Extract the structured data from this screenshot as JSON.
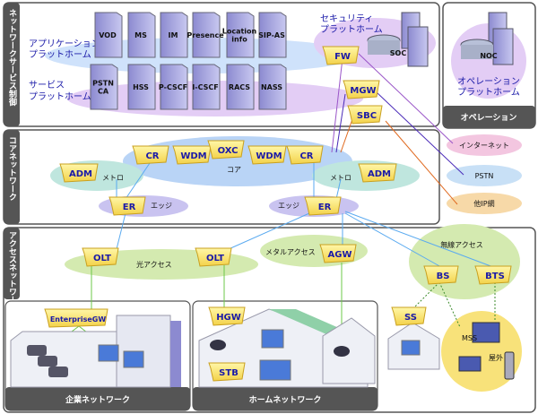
{
  "sections": {
    "service_control": "ネットワークサービス制御",
    "core": "コアネットワーク",
    "access": "アクセスネットワーク",
    "operation": "オペレーション",
    "enterprise": "企業ネットワーク",
    "home": "ホームネットワーク"
  },
  "platforms": {
    "application": [
      "アプリケーション",
      "プラットホーム"
    ],
    "service": [
      "サービス",
      "プラットホーム"
    ],
    "security": [
      "セキュリティ",
      "プラットホーム"
    ],
    "operation": [
      "オペレーション",
      "プラットホーム"
    ]
  },
  "app_servers": [
    "VOD",
    "MS",
    "IM",
    "Presence",
    "Location info",
    "SIP-AS"
  ],
  "service_servers": [
    "PSTN CA",
    "HSS",
    "P-CSCF",
    "I-CSCF",
    "RACS",
    "NASS"
  ],
  "soc": "SOC",
  "noc": "NOC",
  "devices": {
    "fw": "FW",
    "mgw": "MGW",
    "sbc": "SBC",
    "cr1": "CR",
    "wdm1": "WDM",
    "oxc": "OXC",
    "wdm2": "WDM",
    "cr2": "CR",
    "adm1": "ADM",
    "adm2": "ADM",
    "er1": "ER",
    "er2": "ER",
    "olt1": "OLT",
    "olt2": "OLT",
    "agw": "AGW",
    "bs": "BS",
    "bts": "BTS",
    "egw": "EnterpriseGW",
    "hgw": "HGW",
    "stb": "STB",
    "ss": "SS"
  },
  "clouds": {
    "core": "コア",
    "metro": "メトロ",
    "edge": "エッジ",
    "internet": "インターネット",
    "pstn": "PSTN",
    "other_ip": "他IP網"
  },
  "access_areas": {
    "optical": "光アクセス",
    "metal": "メタルアクセス",
    "wireless": "無線アクセス"
  },
  "mss": "MSS",
  "outdoor": "屋外"
}
